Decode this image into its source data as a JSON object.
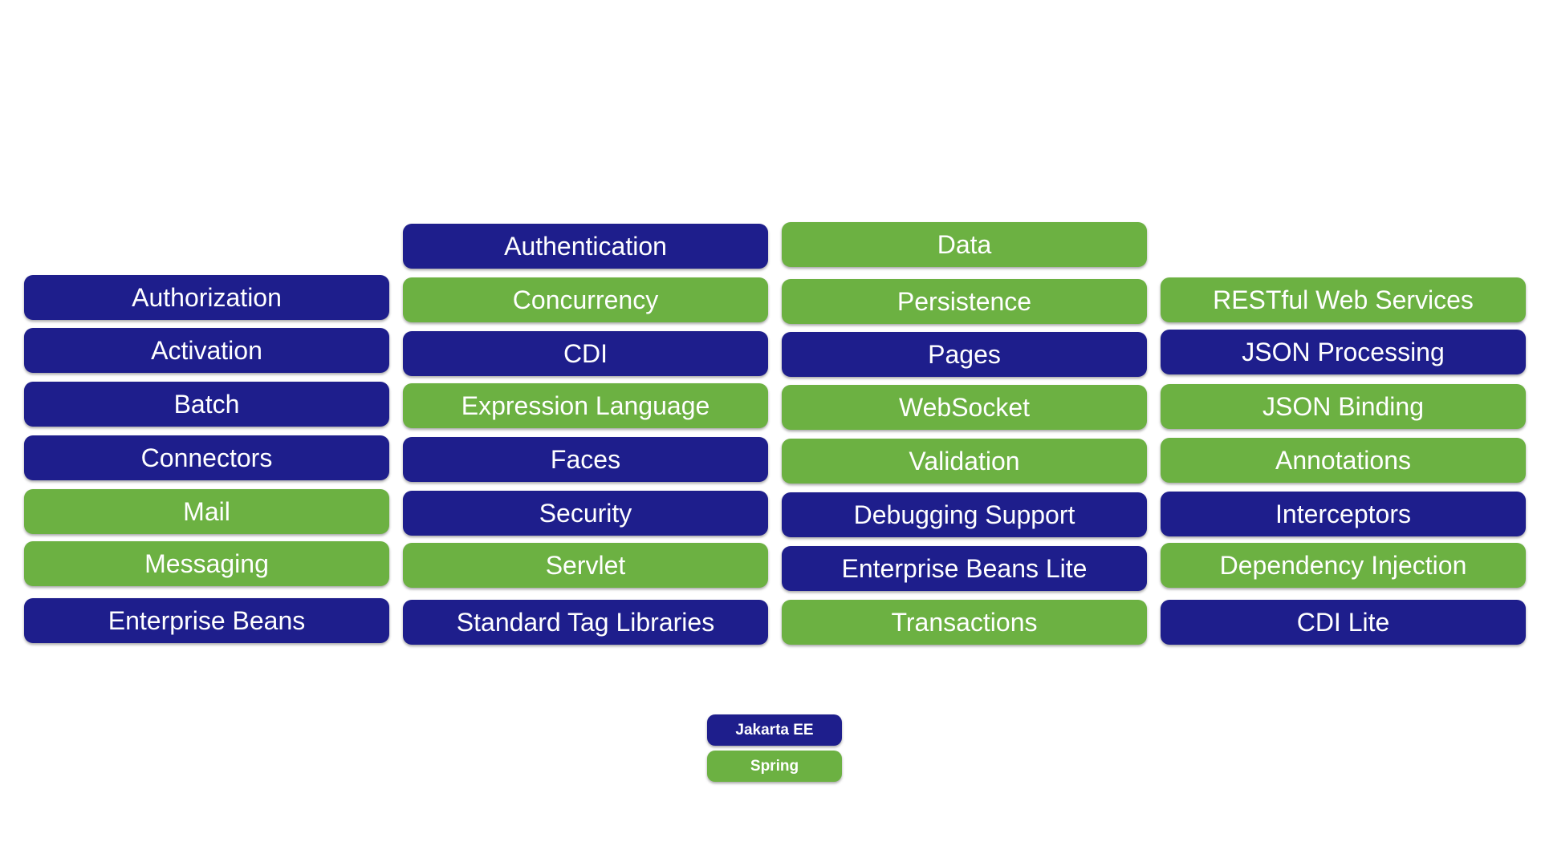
{
  "colors": {
    "jakarta": "#1e1e8c",
    "spring": "#6cb142"
  },
  "columns": [
    {
      "items": [
        {
          "label": "Authorization",
          "group": "jakarta"
        },
        {
          "label": "Activation",
          "group": "jakarta"
        },
        {
          "label": "Batch",
          "group": "jakarta"
        },
        {
          "label": "Connectors",
          "group": "jakarta"
        },
        {
          "label": "Mail",
          "group": "spring"
        },
        {
          "label": "Messaging",
          "group": "spring"
        },
        {
          "label": "Enterprise Beans",
          "group": "jakarta"
        }
      ]
    },
    {
      "items": [
        {
          "label": "Authentication",
          "group": "jakarta"
        },
        {
          "label": "Concurrency",
          "group": "spring"
        },
        {
          "label": "CDI",
          "group": "jakarta"
        },
        {
          "label": "Expression Language",
          "group": "spring"
        },
        {
          "label": "Faces",
          "group": "jakarta"
        },
        {
          "label": "Security",
          "group": "jakarta"
        },
        {
          "label": "Servlet",
          "group": "spring"
        },
        {
          "label": "Standard Tag Libraries",
          "group": "jakarta"
        }
      ]
    },
    {
      "items": [
        {
          "label": "Data",
          "group": "spring"
        },
        {
          "label": "Persistence",
          "group": "spring"
        },
        {
          "label": "Pages",
          "group": "jakarta"
        },
        {
          "label": "WebSocket",
          "group": "spring"
        },
        {
          "label": "Validation",
          "group": "spring"
        },
        {
          "label": "Debugging Support",
          "group": "jakarta"
        },
        {
          "label": "Enterprise Beans Lite",
          "group": "jakarta"
        },
        {
          "label": "Transactions",
          "group": "spring"
        }
      ]
    },
    {
      "items": [
        {
          "label": "RESTful Web Services",
          "group": "spring"
        },
        {
          "label": "JSON Processing",
          "group": "jakarta"
        },
        {
          "label": "JSON Binding",
          "group": "spring"
        },
        {
          "label": "Annotations",
          "group": "spring"
        },
        {
          "label": "Interceptors",
          "group": "jakarta"
        },
        {
          "label": "Dependency Injection",
          "group": "spring"
        },
        {
          "label": "CDI Lite",
          "group": "jakarta"
        }
      ]
    }
  ],
  "legend": [
    {
      "label": "Jakarta EE",
      "group": "jakarta"
    },
    {
      "label": "Spring",
      "group": "spring"
    }
  ]
}
